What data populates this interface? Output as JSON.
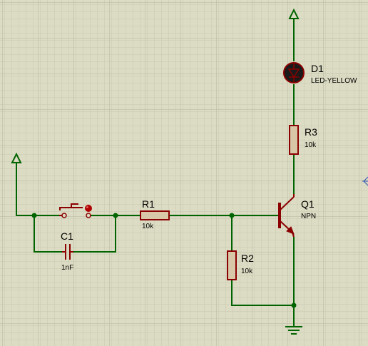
{
  "schematic": {
    "components": {
      "d1": {
        "ref": "D1",
        "value": "LED-YELLOW"
      },
      "r3": {
        "ref": "R3",
        "value": "10k"
      },
      "q1": {
        "ref": "Q1",
        "value": "NPN"
      },
      "r1": {
        "ref": "R1",
        "value": "10k"
      },
      "r2": {
        "ref": "R2",
        "value": "10k"
      },
      "c1": {
        "ref": "C1",
        "value": "1nF"
      }
    },
    "colors": {
      "background": "#dcdcc4",
      "grid_minor": "#c9c9b2",
      "grid_major": "#b6b69e",
      "wire": "#006400",
      "component": "#8b0000",
      "resistor_fill": "#d8c8a8",
      "junction": "#006400",
      "led_body": "#1a1a1a",
      "origin_marker": "#3050b0"
    }
  }
}
